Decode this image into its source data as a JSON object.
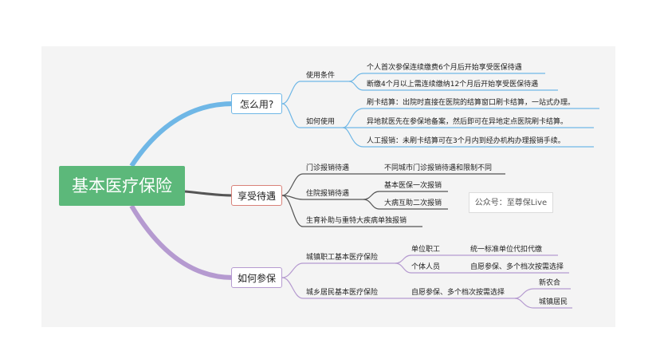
{
  "root": "基本医疗保险",
  "branches": {
    "use": {
      "label": "怎么用?",
      "conditions_label": "使用条件",
      "conditions": [
        "个人首次参保连续缴费6个月后开始享受医保待遇",
        "断缴4个月以上需连续缴纳12个月后开始享受医保待遇"
      ],
      "how_label": "如何使用",
      "how": [
        "刷卡结算：出院时直接在医院的结算窗口刷卡结算，一站式办理。",
        "异地就医先在参保地备案，然后即可在异地定点医院刷卡结算。",
        "人工报销：未刷卡结算可在3个月内到经办机构办理报销手续。"
      ]
    },
    "benefits": {
      "label": "享受待遇",
      "outpatient_label": "门诊报销待遇",
      "outpatient_detail": "不同城市门诊报销待遇和限制不同",
      "inpatient_label": "住院报销待遇",
      "inpatient_items": [
        "基本医保一次报销",
        "大病互助二次报销"
      ],
      "maternity": "生育补助与重特大疾病单独报销"
    },
    "enroll": {
      "label": "如何参保",
      "urban_workers": "城镇职工基本医疗保险",
      "worker_types": [
        {
          "type": "单位职工",
          "detail": "统一标准单位代扣代缴"
        },
        {
          "type": "个体人员",
          "detail": "自愿参保、多个档次按需选择"
        }
      ],
      "residents": "城乡居民基本医疗保险",
      "residents_detail": "自愿参保、多个档次按需选择",
      "resident_types": [
        "新农合",
        "城镇居民"
      ]
    }
  },
  "watermark": "公众号：至尊保Live",
  "colors": {
    "root_bg": "#5cb87a",
    "blue": "#6fb7e6",
    "red": "#d9827a",
    "purple": "#b59ad0"
  }
}
